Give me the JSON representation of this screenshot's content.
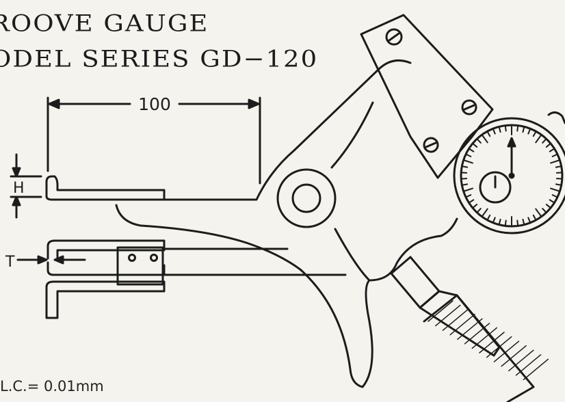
{
  "title": {
    "line1": "ROOVE GAUGE",
    "line2": "ODEL SERIES GD−120"
  },
  "dimensions": {
    "width_label": "100",
    "height_label": "H",
    "thickness_label": "T"
  },
  "least_count": "L.C.= 0.01mm",
  "colors": {
    "ink": "#1c1c1c",
    "paper": "#f4f3ee"
  }
}
